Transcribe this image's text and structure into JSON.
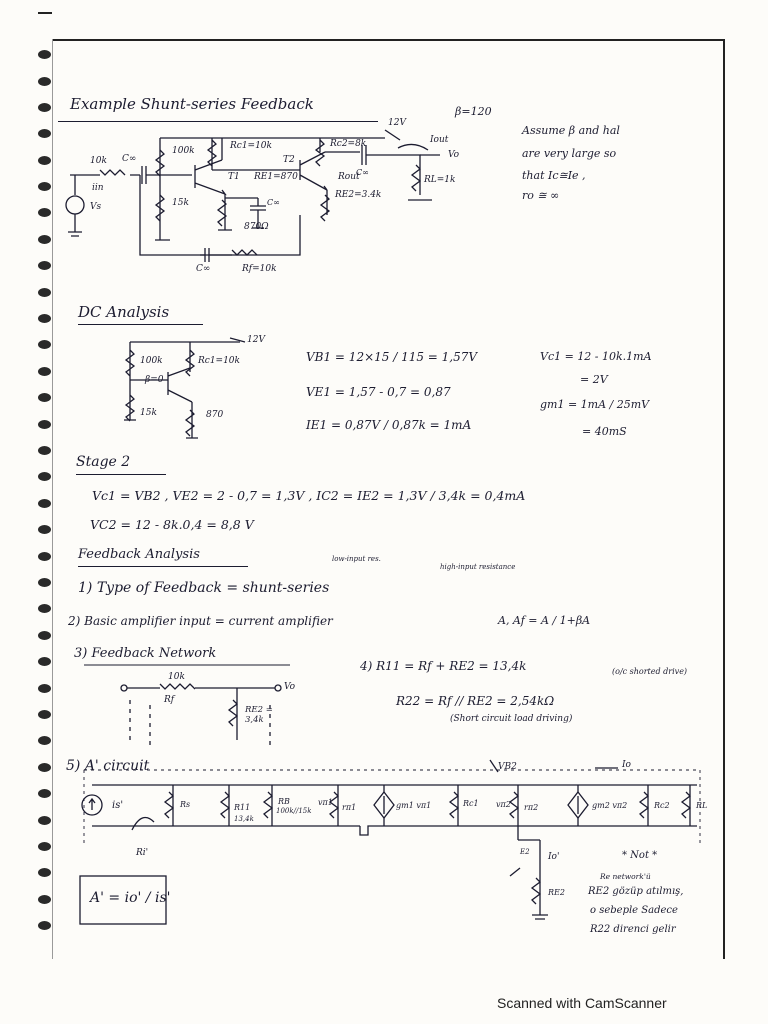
{
  "title": "Example Shunt-series Feedback",
  "beta": "β=120",
  "assumption": [
    "Assume β and hal",
    "are very large so",
    "that Ic≅Ie ,",
    "ro ≅ ∞"
  ],
  "schematic1": {
    "r_100k": "100k",
    "rc1": "Rc1=10k",
    "rc2": "Rc2=8k",
    "vcc": "12V",
    "rs": "10k",
    "c_in": "C∞",
    "iin": "iin",
    "vs": "Vs",
    "r15k": "15k",
    "q1": "T1",
    "q2": "T2",
    "re1": "RE1=870",
    "ce": "C∞",
    "re2": "RE2=3.4k",
    "c_out": "C∞",
    "rout": "Rout",
    "iout": "Iout",
    "rl": "RL=1k",
    "vo": "Vo",
    "rf": "Rf=10k",
    "cf": "C∞",
    "re_small": "870Ω"
  },
  "dc_heading": "DC Analysis",
  "dc": {
    "vcc": "12V",
    "r100k": "100k",
    "rc1": "Rc1=10k",
    "beta": "β=0",
    "r15k": "15k",
    "re": "870",
    "eq1": "VB1 = 12×15 / 115 = 1,57V",
    "eq2": "VE1 = 1,57 - 0,7 = 0,87",
    "eq3": "IE1 = 0,87V / 0,87k = 1mA",
    "eq4": "Vc1 = 12 - 10k.1mA",
    "eq5": "= 2V",
    "eq6": "gm1 = 1mA / 25mV",
    "eq7": "= 40mS"
  },
  "stage2_heading": "Stage 2",
  "stage2": {
    "line1": "Vc1 = VB2 , VE2 = 2 - 0,7 = 1,3V , IC2 = IE2 = 1,3V / 3,4k = 0,4mA",
    "line2": "VC2 = 12 - 8k.0,4 = 8,8 V"
  },
  "fb_heading": "Feedback Analysis",
  "fb": {
    "note_low": "low-input res.",
    "note_high": "high-input resistance",
    "item1": "1) Type of Feedback = shunt-series",
    "item2": "2) Basic amplifier input = current amplifier",
    "item2b": "A, Af = A / 1+βA",
    "item3": "3) Feedback Network",
    "item4a": "4) R11 = Rf + RE2 = 13,4k",
    "item4a_note": "(o/c shorted drive)",
    "item4b": "R22 = Rf // RE2 = 2,54kΩ",
    "item4b_note": "(Short circuit load driving)",
    "net_r": "10k",
    "net_rf": "Rf",
    "net_re": "RE2 = 3,4k",
    "net_vo": "Vo"
  },
  "a_heading": "5) A' circuit",
  "a_circuit": {
    "is": "is'",
    "rs": "Rs",
    "r11": "R11",
    "r11v": "13,4k",
    "rb": "RB",
    "rbv": "100k//15k",
    "rpi1": "rπ1",
    "vpi1": "vπ1",
    "gm1": "gm1 vπ1",
    "rc1": "Rc1",
    "vpi2": "vπ2",
    "rpi2": "rπ2",
    "gm2": "gm2 vπ2",
    "rc2": "Rc2",
    "rl": "RL",
    "vb2": "VB2",
    "io": "Io",
    "io2": "Io'",
    "re2": "RE2",
    "ri": "Ri'",
    "e2": "E2",
    "gain": "A' = io' / is'",
    "note_head": "* Not *",
    "note": [
      "Re network'ü",
      "RE2 gözüp atılmış,",
      "o sebeple Sadece",
      "R22 direnci gelir"
    ]
  },
  "footer": "Scanned with CamScanner"
}
